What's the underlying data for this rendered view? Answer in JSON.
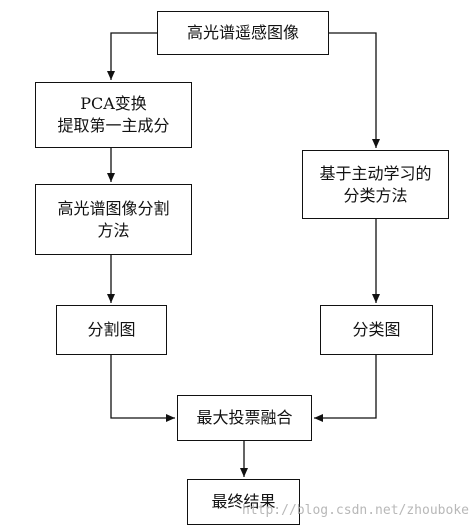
{
  "nodes": {
    "source": {
      "lines": [
        "高光谱遥感图像"
      ]
    },
    "pca": {
      "lines": [
        "PCA变换",
        "提取第一主成分"
      ]
    },
    "active_learning": {
      "lines": [
        "基于主动学习的",
        "分类方法"
      ]
    },
    "segmentation_method": {
      "lines": [
        "高光谱图像分割",
        "方法"
      ]
    },
    "segmentation_map": {
      "lines": [
        "分割图"
      ]
    },
    "classification_map": {
      "lines": [
        "分类图"
      ]
    },
    "majority_voting": {
      "lines": [
        "最大投票融合"
      ]
    },
    "final_result": {
      "lines": [
        "最终结果"
      ]
    }
  },
  "watermark": "http://blog.csdn.net/zhoubokе"
}
